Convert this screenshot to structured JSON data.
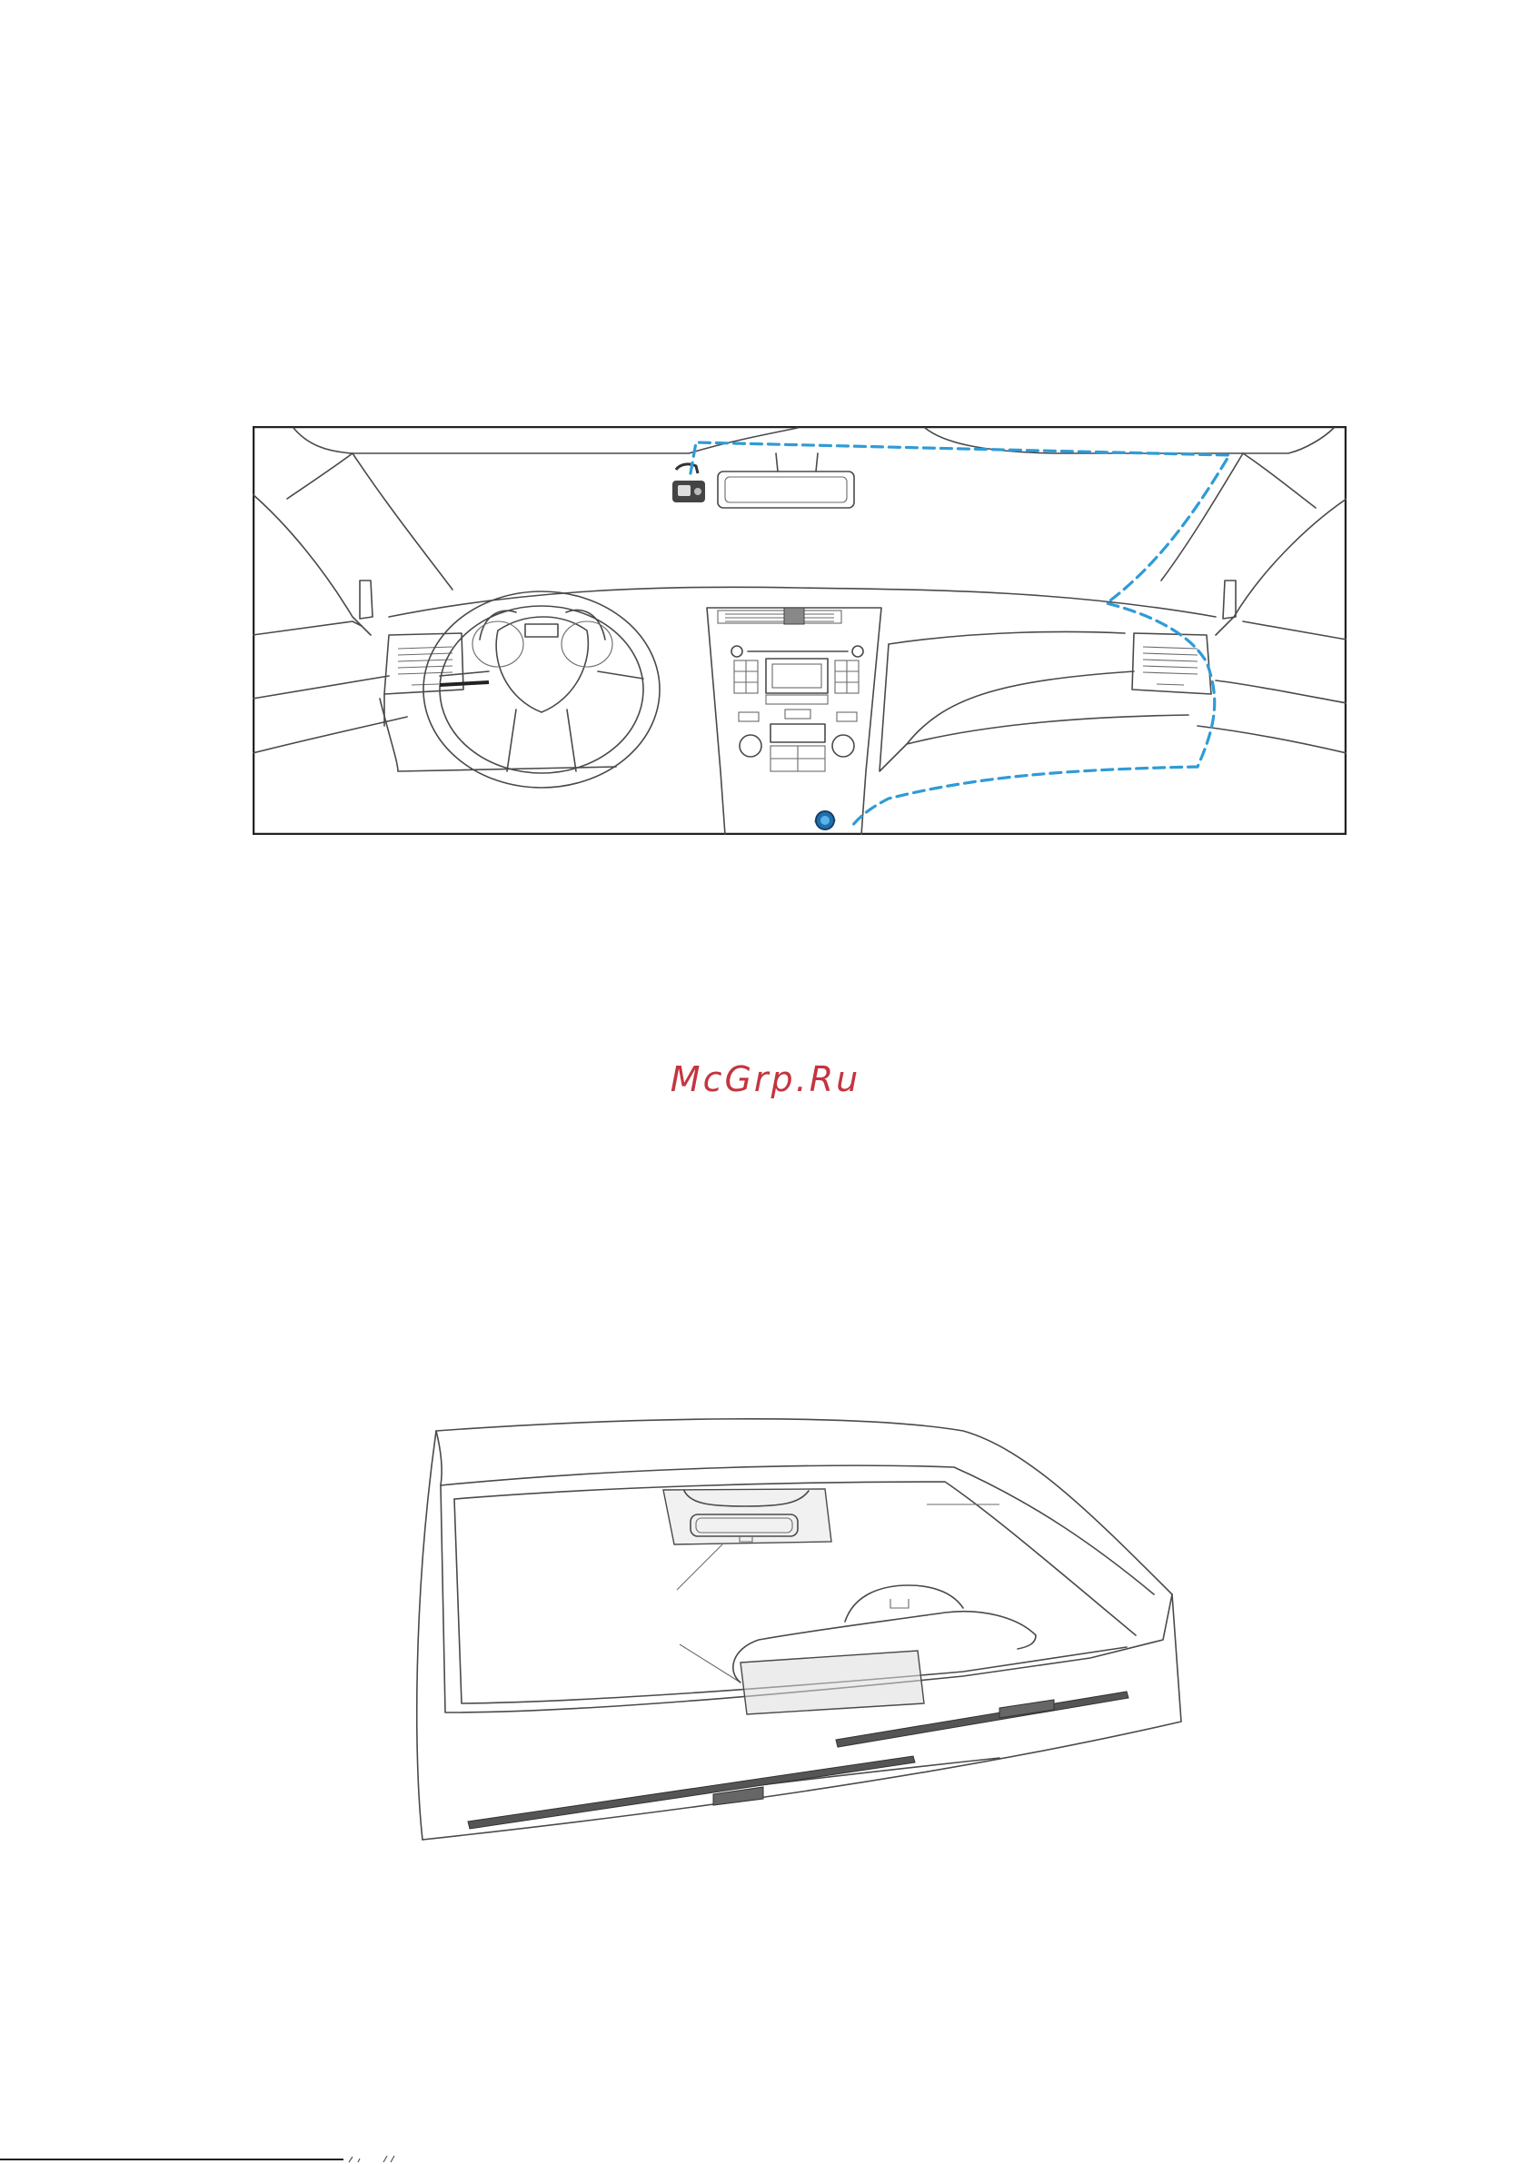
{
  "watermark": {
    "text": "McGrp.Ru",
    "color": "#c4343f"
  },
  "figures": [
    {
      "id": "dashboard-cable-routing",
      "cable_color": "#2f9bd6",
      "line_color": "#4a4a4a"
    },
    {
      "id": "windshield-mounting-area",
      "wiper_color": "#555555",
      "line_color": "#4a4a4a"
    }
  ],
  "icons": [
    "dash-camera-icon",
    "power-socket-icon",
    "rearview-mirror-icon",
    "steering-wheel-icon",
    "wiper-icon"
  ]
}
